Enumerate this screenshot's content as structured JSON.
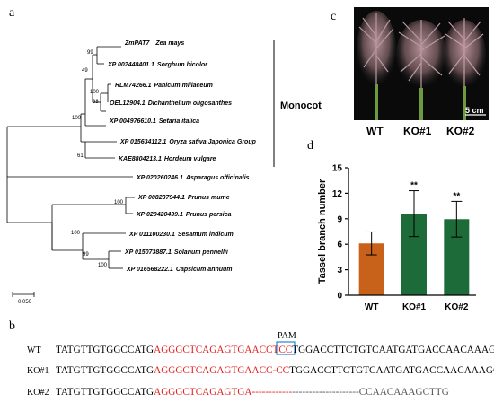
{
  "panels": {
    "a": "a",
    "b": "b",
    "c": "c",
    "d": "d"
  },
  "tree": {
    "tips": [
      {
        "acc": "ZmPAT7",
        "species": "Zea mays"
      },
      {
        "acc": "XP 002448401.1",
        "species": "Sorghum bicolor"
      },
      {
        "acc": "RLM74266.1",
        "species": "Panicum miliaceum"
      },
      {
        "acc": "OEL12904.1",
        "species": "Dichanthelium oligosanthes"
      },
      {
        "acc": "XP 004976610.1",
        "species": "Setaria italica"
      },
      {
        "acc": "XP 015634112.1",
        "species": "Oryza sativa Japonica Group"
      },
      {
        "acc": "KAE8804213.1",
        "species": "Hordeum vulgare"
      },
      {
        "acc": "XP 020260246.1",
        "species": "Asparagus officinalis"
      },
      {
        "acc": "XP 008237944.1",
        "species": "Prunus mume"
      },
      {
        "acc": "XP 020420439.1",
        "species": "Prunus persica"
      },
      {
        "acc": "XP 011100230.1",
        "species": "Sesamum indicum"
      },
      {
        "acc": "XP 015073887.1",
        "species": "Solanum pennellii"
      },
      {
        "acc": "XP 016568222.1",
        "species": "Capsicum annuum"
      }
    ],
    "bootstrap": [
      "99",
      "49",
      "100",
      "38",
      "100",
      "61",
      "100",
      "100",
      "99",
      "100"
    ],
    "clade_label": "Monocot",
    "scale_label": "0.050"
  },
  "sequences": {
    "pam_label": "PAM",
    "rows": [
      {
        "label": "WT",
        "pre": "TATGTTGTGGCCATG",
        "target": "AGGGCTCAGAGTGAACCTCC",
        "pam": "TGG",
        "post": "ACCTTCTGTCAATGATGACCAACAAAGCTTG"
      },
      {
        "label": "KO#1",
        "pre": "TATGTTGTGGCCATG",
        "target": "AGGGCTCAGAGTGAACC-CC",
        "pam": "",
        "post": "TGGACCTTCTGTCAATGATGACCAACAAAGCTTG"
      },
      {
        "label": "KO#2",
        "pre": "TATGTTGTGGCCATG",
        "target": "AGGGCTCAGAGTGA------------",
        "pam": "",
        "post": "--------------------CCAACAAAGCTTG"
      }
    ]
  },
  "photo": {
    "labels": [
      "WT",
      "KO#1",
      "KO#2"
    ],
    "scale_bar": "5 cm"
  },
  "chart_data": {
    "type": "bar",
    "categories": [
      "WT",
      "KO#1",
      "KO#2"
    ],
    "values": [
      6.1,
      9.6,
      8.95
    ],
    "errors": [
      1.35,
      2.7,
      2.1
    ],
    "significance": [
      "",
      "**",
      "**"
    ],
    "ylabel": "Tassel branch number",
    "ylim": [
      0,
      15
    ],
    "yticks": [
      "0",
      "3",
      "6",
      "9",
      "12",
      "15"
    ],
    "colors": [
      "#c8621b",
      "#1e6b3a",
      "#1e6b3a"
    ]
  }
}
